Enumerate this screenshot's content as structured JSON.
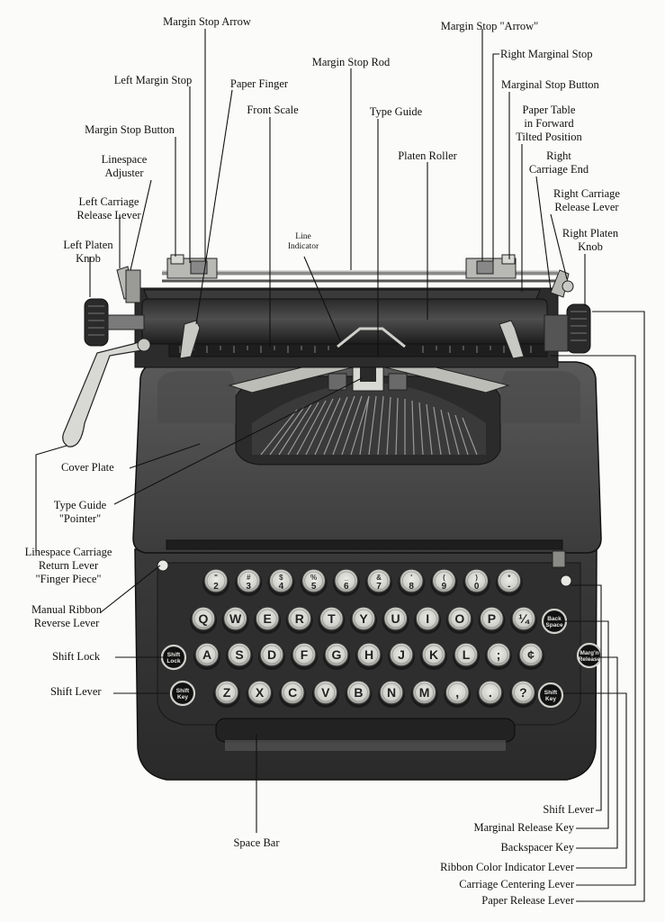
{
  "labels": {
    "margin_stop_arrow": "Margin Stop Arrow",
    "margin_stop_arrow_quoted": "Margin Stop \"Arrow\"",
    "right_marginal_stop": "Right Marginal Stop",
    "left_margin_stop": "Left Margin Stop",
    "paper_finger": "Paper Finger",
    "margin_stop_rod": "Margin Stop Rod",
    "marginal_stop_button": "Marginal Stop Button",
    "front_scale": "Front Scale",
    "type_guide": "Type Guide",
    "margin_stop_button": "Margin Stop Button",
    "paper_table": [
      "Paper Table",
      "in Forward",
      "Tilted Position"
    ],
    "linespace_adjuster": [
      "Linespace",
      "Adjuster"
    ],
    "platen_roller": "Platen Roller",
    "right_carriage_end": [
      "Right",
      "Carriage End"
    ],
    "left_carriage_release_lever": [
      "Left Carriage",
      "Release Lever"
    ],
    "right_carriage_release_lever": [
      "Right Carriage",
      "Release Lever"
    ],
    "left_platen_knob": [
      "Left Platen",
      "Knob"
    ],
    "line_indicator": [
      "Line",
      "Indicator"
    ],
    "right_platen_knob": [
      "Right Platen",
      "Knob"
    ],
    "cover_plate": "Cover Plate",
    "type_guide_pointer": [
      "Type Guide",
      "\"Pointer\""
    ],
    "linespace_carriage_return_lever": [
      "Linespace Carriage",
      "Return Lever",
      "\"Finger Piece\""
    ],
    "manual_ribbon_reverse_lever": [
      "Manual Ribbon",
      "Reverse Lever"
    ],
    "shift_lock": "Shift Lock",
    "shift_lever_left": "Shift Lever",
    "space_bar": "Space Bar",
    "shift_lever_right": "Shift Lever",
    "marginal_release_key": "Marginal Release Key",
    "backspacer_key": "Backspacer Key",
    "ribbon_color_indicator_lever": "Ribbon Color Indicator Lever",
    "carriage_centering_lever": "Carriage Centering Lever",
    "paper_release_lever": "Paper Release Lever"
  },
  "keys": {
    "row1": [
      {
        "top": "\"",
        "bottom": "2"
      },
      {
        "top": "#",
        "bottom": "3"
      },
      {
        "top": "$",
        "bottom": "4"
      },
      {
        "top": "%",
        "bottom": "5"
      },
      {
        "top": "_",
        "bottom": "6"
      },
      {
        "top": "&",
        "bottom": "7"
      },
      {
        "top": "'",
        "bottom": "8"
      },
      {
        "top": "(",
        "bottom": "9"
      },
      {
        "top": ")",
        "bottom": "0"
      },
      {
        "top": "*",
        "bottom": "-"
      }
    ],
    "row2": [
      "Q",
      "W",
      "E",
      "R",
      "T",
      "Y",
      "U",
      "I",
      "O",
      "P",
      "¼"
    ],
    "row3": [
      "A",
      "S",
      "D",
      "F",
      "G",
      "H",
      "J",
      "K",
      "L",
      ";",
      "¢"
    ],
    "row4": [
      "Z",
      "X",
      "C",
      "V",
      "B",
      "N",
      "M",
      ",",
      ".",
      "?"
    ],
    "shift_lock_text": [
      "Shift",
      "Lock"
    ],
    "shift_key_text": [
      "Shift",
      "Key"
    ],
    "back_space_text": [
      "Back",
      "Space"
    ],
    "margin_release_text": [
      "Marg'n",
      "Release"
    ]
  }
}
